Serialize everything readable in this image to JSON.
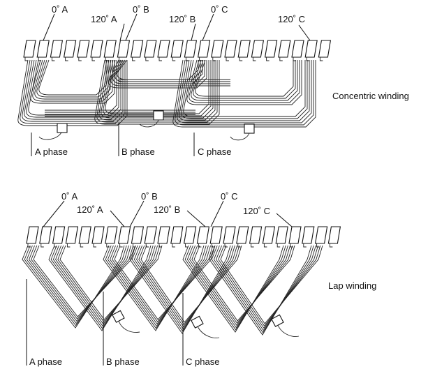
{
  "concentric": {
    "title": "Concentric winding",
    "phase_labels": [
      "A phase",
      "B phase",
      "C phase"
    ],
    "angle_labels": [
      "0˚ A",
      "120˚ A",
      "0˚ B",
      "120˚ B",
      "0˚ C",
      "120˚ C"
    ]
  },
  "lap": {
    "title": "Lap winding",
    "phase_labels": [
      "A phase",
      "B phase",
      "C phase"
    ],
    "angle_labels": [
      "0˚ A",
      "120˚ A",
      "0˚ B",
      "120˚ B",
      "0˚ C",
      "120˚ C"
    ]
  },
  "colors": {
    "ink": "#111111",
    "paper": "#ffffff"
  }
}
